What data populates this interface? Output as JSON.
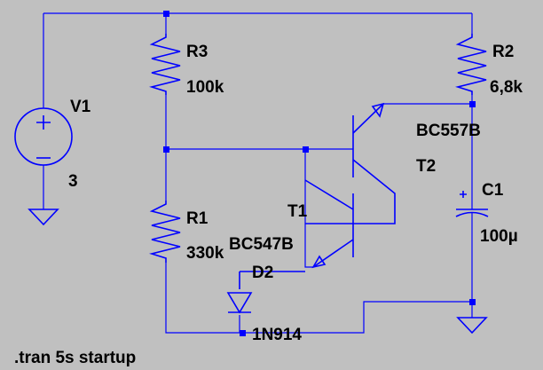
{
  "components": {
    "V1": {
      "name": "V1",
      "value": "3"
    },
    "R3": {
      "name": "R3",
      "value": "100k"
    },
    "R2": {
      "name": "R2",
      "value": "6,8k"
    },
    "R1": {
      "name": "R1",
      "value": "330k"
    },
    "T1": {
      "name": "T1",
      "model": "BC547B"
    },
    "T2": {
      "name": "T2",
      "model": "BC557B"
    },
    "C1": {
      "name": "C1",
      "value": "100µ"
    },
    "D2": {
      "name": "D2",
      "model": "1N914"
    }
  },
  "directive": ".tran 5s startup",
  "colors": {
    "background": "#c0c0c0",
    "wire": "#0000ff",
    "text": "#000000"
  }
}
